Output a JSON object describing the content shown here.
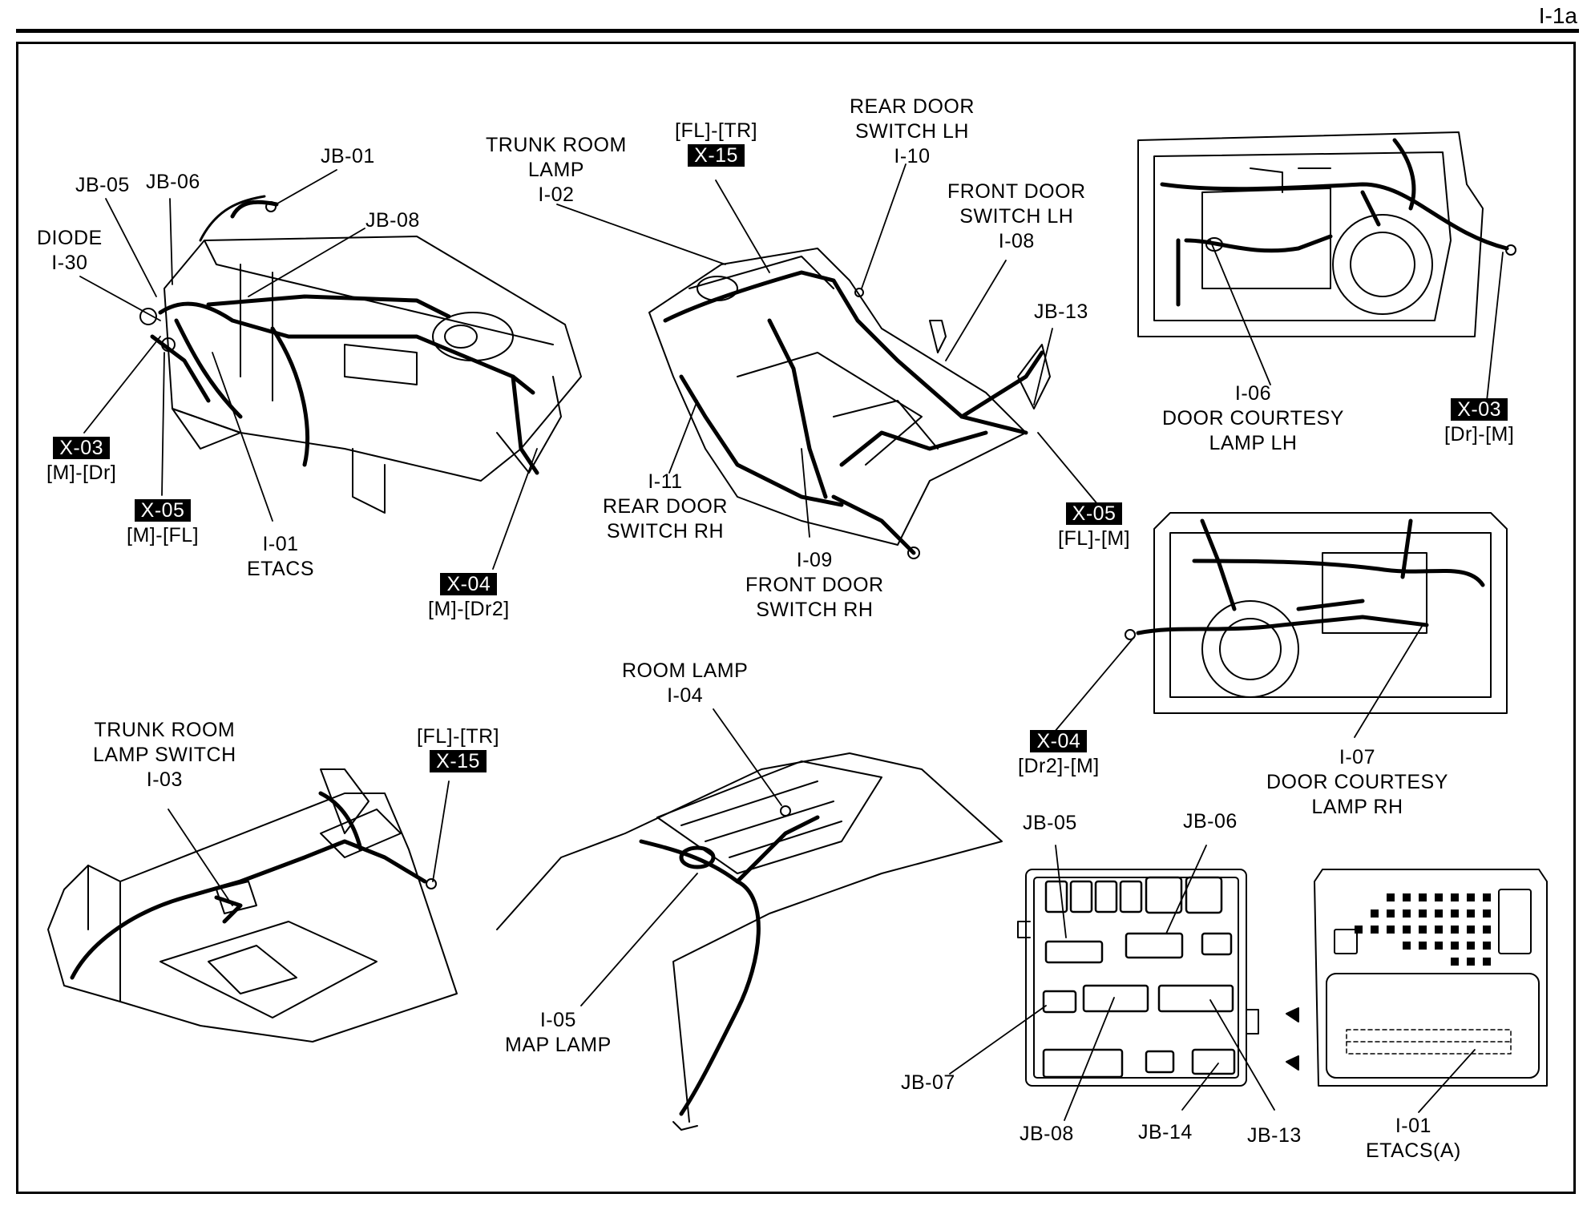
{
  "page_id": "I-1a",
  "labels": {
    "jb01": "JB-01",
    "jb05_top": "JB-05",
    "jb06_top": "JB-06",
    "jb08_top": "JB-08",
    "diode": [
      "DIODE",
      "I-30"
    ],
    "x03_left": {
      "tag": "X-03",
      "text": "[M]-[Dr]"
    },
    "x05_left": {
      "tag": "X-05",
      "text": "[M]-[FL]"
    },
    "i01_etacs": [
      "I-01",
      "ETACS"
    ],
    "x04_left": {
      "tag": "X-04",
      "text": "[M]-[Dr2]"
    },
    "trunk_room_lamp": [
      "TRUNK ROOM",
      "LAMP",
      "I-02"
    ],
    "x15_top": {
      "tag": "X-15",
      "text": "[FL]-[TR]"
    },
    "rear_door_switch_lh": [
      "REAR DOOR",
      "SWITCH LH",
      "I-10"
    ],
    "front_door_switch_lh": [
      "FRONT DOOR",
      "SWITCH LH",
      "I-08"
    ],
    "jb13_top": "JB-13",
    "x05_right": {
      "tag": "X-05",
      "text": "[FL]-[M]"
    },
    "rear_door_switch_rh": [
      "I-11",
      "REAR DOOR",
      "SWITCH RH"
    ],
    "front_door_switch_rh": [
      "I-09",
      "FRONT DOOR",
      "SWITCH RH"
    ],
    "door_courtesy_lh": [
      "I-06",
      "DOOR COURTESY",
      "LAMP LH"
    ],
    "x03_right": {
      "tag": "X-03",
      "text": "[Dr]-[M]"
    },
    "x04_right": {
      "tag": "X-04",
      "text": "[Dr2]-[M]"
    },
    "door_courtesy_rh": [
      "I-07",
      "DOOR COURTESY",
      "LAMP RH"
    ],
    "trunk_room_lamp_switch": [
      "TRUNK ROOM",
      "LAMP SWITCH",
      "I-03"
    ],
    "x15_bottom": {
      "tag": "X-15",
      "text": "[FL]-[TR]"
    },
    "room_lamp": [
      "ROOM LAMP",
      "I-04"
    ],
    "map_lamp": [
      "I-05",
      "MAP LAMP"
    ],
    "jb05_box": "JB-05",
    "jb06_box": "JB-06",
    "jb07_box": "JB-07",
    "jb08_box": "JB-08",
    "jb14_box": "JB-14",
    "jb13_box": "JB-13",
    "etacs_a": [
      "I-01",
      "ETACS(A)"
    ]
  }
}
